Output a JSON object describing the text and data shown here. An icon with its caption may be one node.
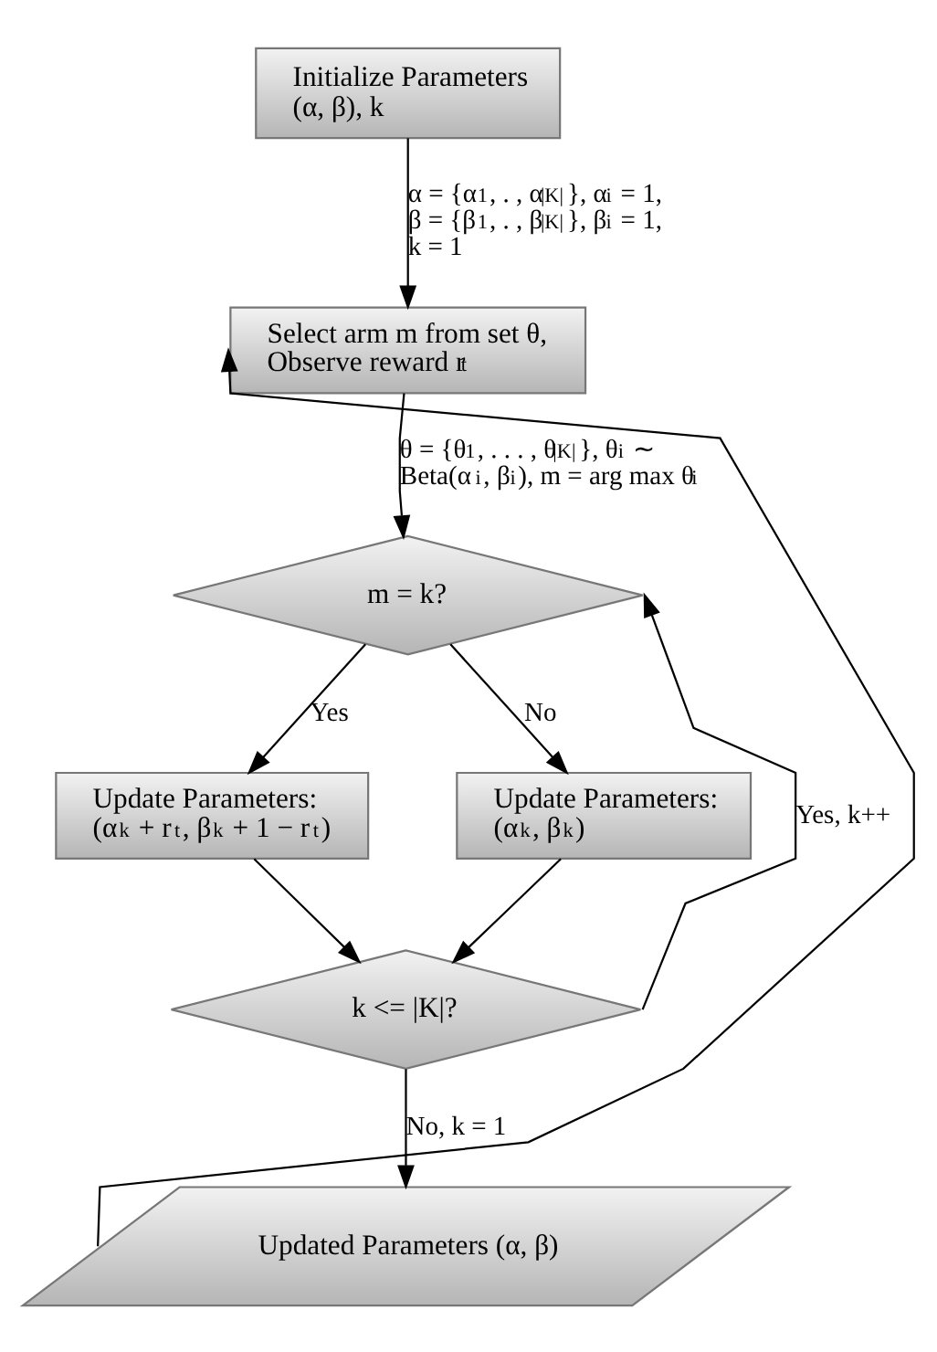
{
  "diagram": {
    "nodes": [
      {
        "text": [
          "Initialize Parameters",
          "(α, β), k"
        ]
      },
      {
        "text": [
          "Select arm m from set θ, Observe reward r$_{t}$"
        ]
      },
      {
        "text": [
          "m = k?"
        ]
      },
      {
        "text": [
          "Update Parameters:",
          "(α$_{k}$ + r$_{t}$, β$_{k}$ + 1 − r$_{t}$)"
        ]
      },
      {
        "text": [
          "Update Parameters:",
          "(α$_{k}$, β$_{k}$)"
        ]
      },
      {
        "text": [
          "k <= |K|?"
        ]
      },
      {
        "text": [
          "Updated Parameters (α, β)"
        ]
      }
    ],
    "edges": [
      {
        "from": 0,
        "to": 1,
        "arrow": "to",
        "label": "α = {α$_{1}$, . , α$_{|K|}$}, α$_{i}$ = 1, β = {β$_{1}$, . , β$_{|K|}$}, β$_{i}$ = 1, k = 1"
      },
      {
        "from": 1,
        "to": 2,
        "arrow": "to",
        "label": "θ = {θ$_{1}$, . . . , θ$_{|K|}$}, θ$_{i}$ ∼ Beta(α$_{i}$, β$_{i}$), m = arg max θ$_{i}$"
      },
      {
        "from": 2,
        "to": 3,
        "arrow": "to",
        "label": "Yes"
      },
      {
        "from": 2,
        "to": 4,
        "arrow": "to",
        "label": "No"
      },
      {
        "from": 3,
        "to": 5,
        "arrow": "to"
      },
      {
        "from": 4,
        "to": 5,
        "arrow": "to"
      },
      {
        "from": 5,
        "to": 2,
        "arrow": "to",
        "label": "Yes, k++"
      },
      {
        "from": 5,
        "to": 6,
        "arrow": "to",
        "label": "No, k = 1"
      },
      {
        "from": 6,
        "to": 1,
        "arrow": "to"
      }
    ]
  }
}
